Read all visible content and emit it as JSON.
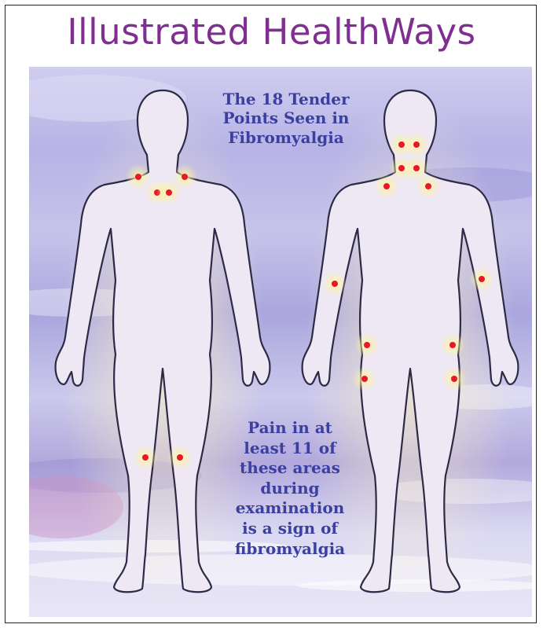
{
  "header": {
    "brand": "Illustrated HealthWays"
  },
  "diagram": {
    "title_lines": [
      "The 18 Tender",
      "Points Seen in",
      "Fibromyalgia"
    ],
    "note_lines": [
      "Pain in at",
      "least 11 of",
      "these areas",
      "during",
      "examination",
      "is a sign of",
      "fibromyalgia"
    ],
    "tender_point_count": 18,
    "front_points": [
      "left-neck-upper-chest",
      "right-neck-upper-chest",
      "sternum-left",
      "sternum-right",
      "left-inner-knee",
      "right-inner-knee"
    ],
    "back_points": [
      "neck-base-left",
      "neck-base-right",
      "upper-back-left",
      "upper-back-right",
      "left-shoulder-blade",
      "right-shoulder-blade",
      "left-elbow",
      "right-elbow",
      "left-hip-upper",
      "right-hip-upper",
      "left-hip-lower",
      "right-hip-lower"
    ],
    "colors": {
      "title": "#7f2f8f",
      "caption": "#3a3fa0",
      "body_fill": "#ece6f4",
      "outline": "#2c2a45",
      "tender_point": "#e8182c",
      "glow": "#fff38a"
    }
  }
}
